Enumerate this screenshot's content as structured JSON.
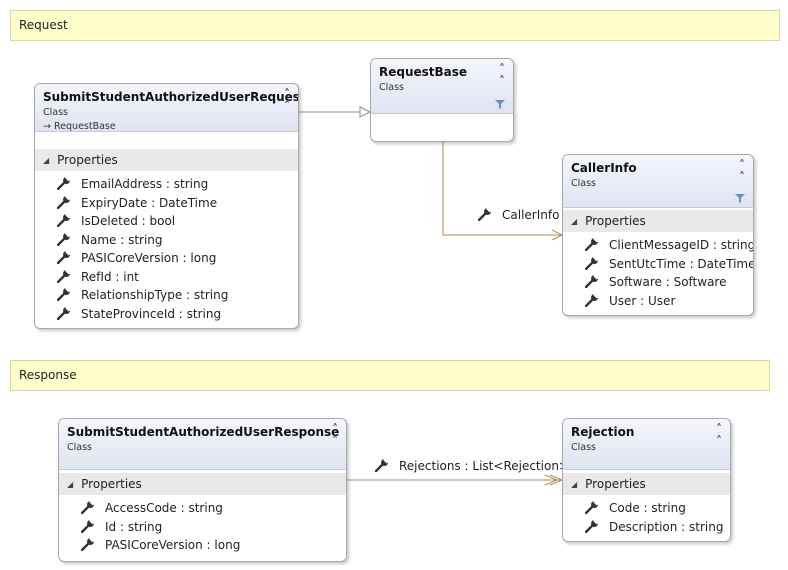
{
  "bands": {
    "request": "Request",
    "response": "Response"
  },
  "classes": {
    "submit_request": {
      "name": "SubmitStudentAuthorizedUserRequest",
      "kind": "Class",
      "base": "RequestBase",
      "section": "Properties",
      "props": [
        "EmailAddress : string",
        "ExpiryDate : DateTime",
        "IsDeleted : bool",
        "Name : string",
        "PASICoreVersion : long",
        "RefId : int",
        "RelationshipType : string",
        "StateProvinceId : string"
      ]
    },
    "request_base": {
      "name": "RequestBase",
      "kind": "Class"
    },
    "caller_info": {
      "name": "CallerInfo",
      "kind": "Class",
      "section": "Properties",
      "props": [
        "ClientMessageID : string",
        "SentUtcTime : DateTime",
        "Software : Software",
        "User : User"
      ]
    },
    "submit_response": {
      "name": "SubmitStudentAuthorizedUserResponse",
      "kind": "Class",
      "section": "Properties",
      "props": [
        "AccessCode : string",
        "Id : string",
        "PASICoreVersion : long"
      ]
    },
    "rejection": {
      "name": "Rejection",
      "kind": "Class",
      "section": "Properties",
      "props": [
        "Code : string",
        "Description : string"
      ]
    }
  },
  "associations": {
    "caller_info": "CallerInfo",
    "rejections": "Rejections : List<Rejection>"
  },
  "icons": {
    "property": "wrench-icon",
    "collapse": "double-chevron-up-icon",
    "filter": "filter-icon",
    "base_arrow": "inheritance-arrow-icon"
  },
  "colors": {
    "band_fill": "#ffffcc",
    "association_line": "#b98a5e",
    "inheritance_line": "#8c8c8c"
  }
}
